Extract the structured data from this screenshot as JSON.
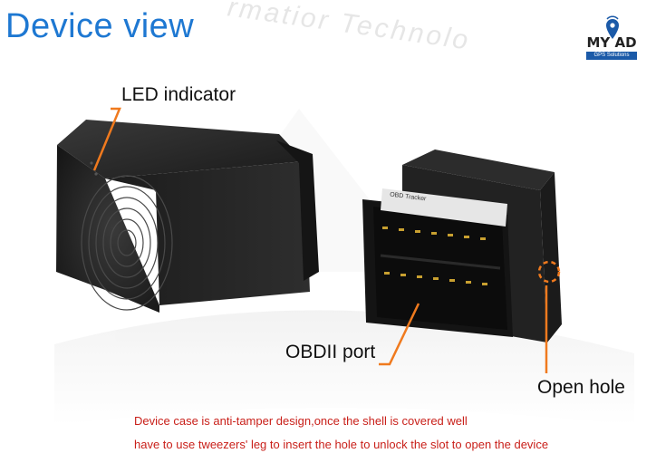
{
  "header": {
    "title": "Device view",
    "watermark": "rmatior Technolo",
    "logo_text": "MY AD",
    "logo_tagline": "GPS Solutions"
  },
  "labels": {
    "led": "LED indicator",
    "obd": "OBDII port",
    "open": "Open hole"
  },
  "device_sticker": "OBD Tracker",
  "notes": {
    "line1": "Device case is anti-tamper design,once the shell is covered well",
    "line2": "have to use tweezers' leg to insert the hole to unlock the slot to open the device"
  },
  "colors": {
    "title": "#1e78d2",
    "callout": "#f07a1e",
    "note": "#c9201a",
    "logo_bar": "#1b5aa8"
  }
}
